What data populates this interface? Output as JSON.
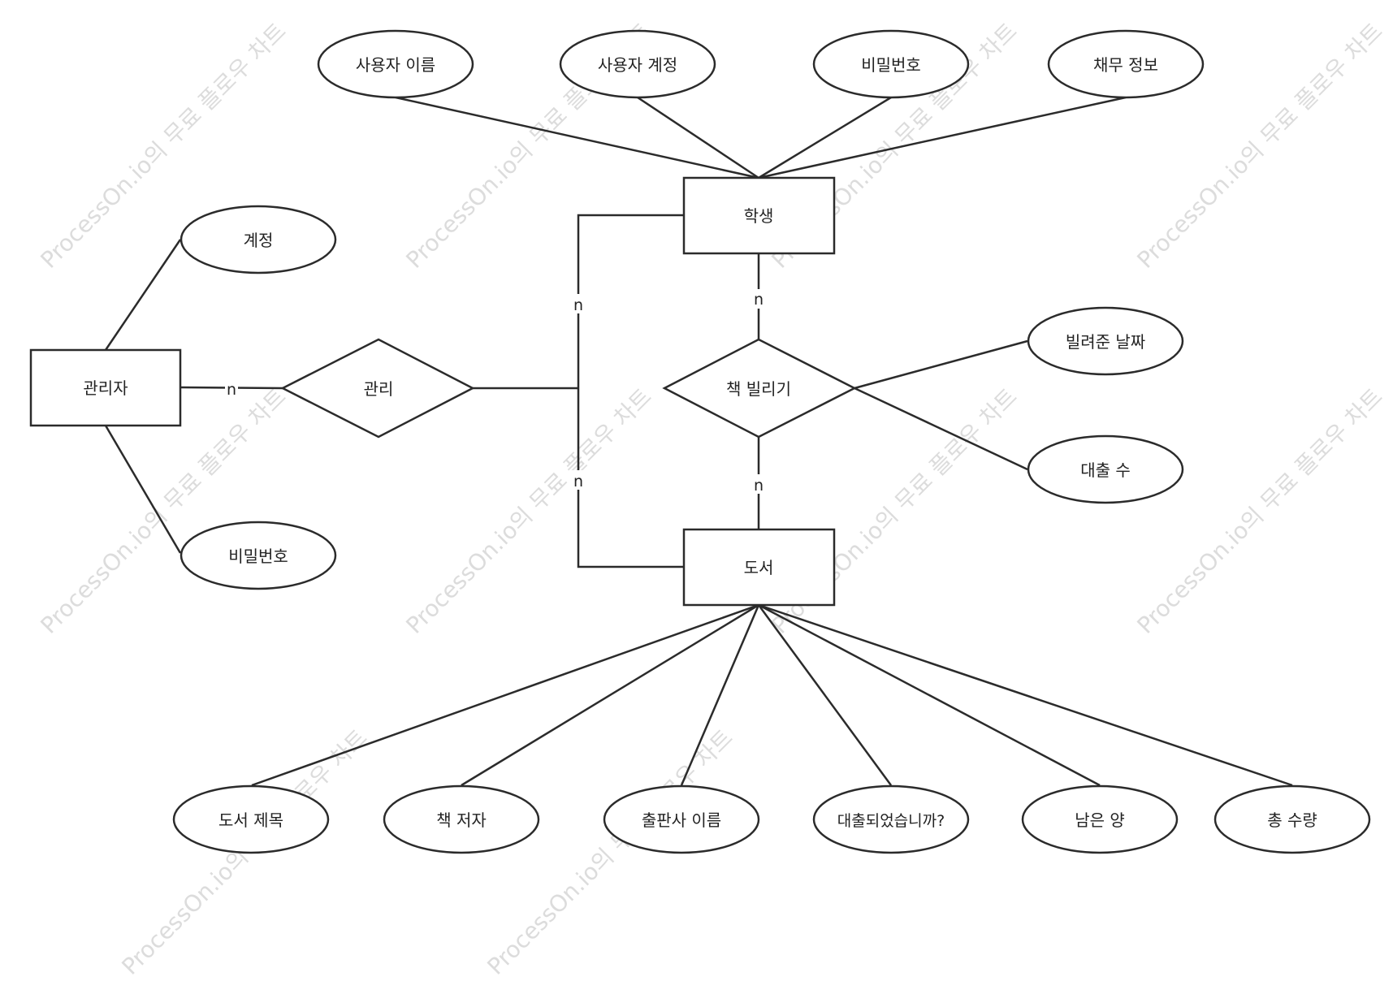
{
  "watermark": "ProcessOn.io의 무료 플로우 차트",
  "cardinality": "n",
  "entities": {
    "student": "학생",
    "admin": "관리자",
    "book": "도서"
  },
  "relationships": {
    "manage": "관리",
    "borrow": "책 빌리기"
  },
  "attributes": {
    "user_name": "사용자 이름",
    "user_account": "사용자 계정",
    "student_password": "비밀번호",
    "debt_info": "채무 정보",
    "admin_account": "계정",
    "admin_password": "비밀번호",
    "borrow_date": "빌려준 날짜",
    "loan_count": "대출 수",
    "book_title": "도서 제목",
    "book_author": "책 저자",
    "publisher_name": "출판사 이름",
    "is_loaned": "대출되었습니까?",
    "remaining": "남은 양",
    "total_qty": "총 수량"
  }
}
